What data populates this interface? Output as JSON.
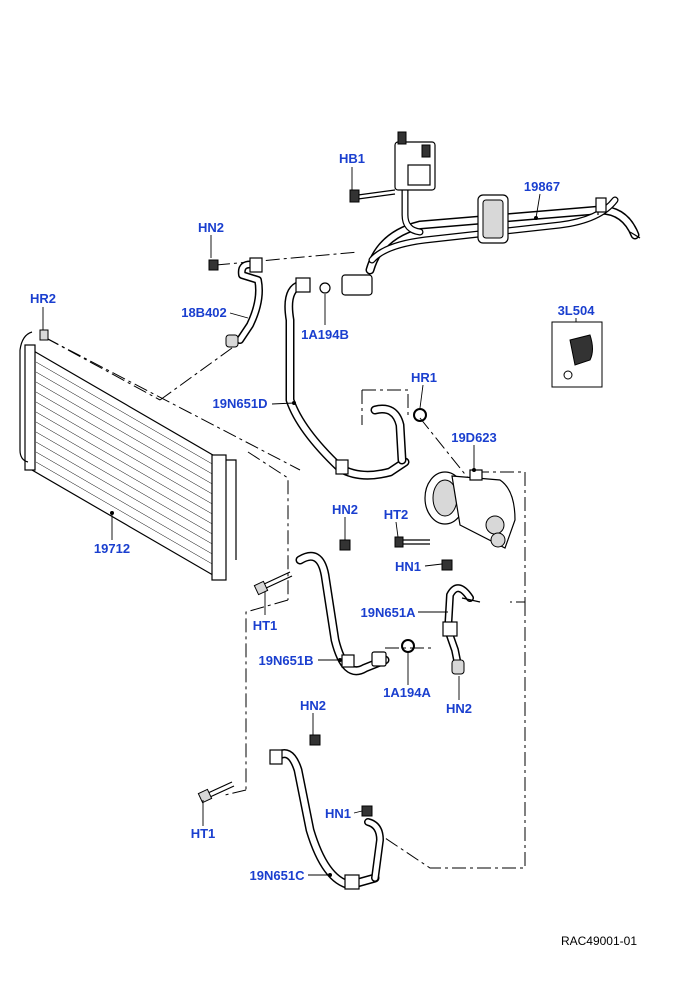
{
  "diagram": {
    "reference": "RAC49001-01",
    "labels": {
      "hb1": "HB1",
      "p19867": "19867",
      "hn2_top": "HN2",
      "p18b402": "18B402",
      "p1a194b": "1A194B",
      "hr2": "HR2",
      "p3l504": "3L504",
      "hr1": "HR1",
      "p19n651d": "19N651D",
      "p19d623": "19D623",
      "p19712": "19712",
      "hn2_mid": "HN2",
      "ht2": "HT2",
      "hn1_mid": "HN1",
      "ht1_mid": "HT1",
      "p19n651a": "19N651A",
      "p19n651b": "19N651B",
      "p1a194a": "1A194A",
      "hn2_right": "HN2",
      "hn2_low": "HN2",
      "hn1_low": "HN1",
      "ht1_low": "HT1",
      "p19n651c": "19N651C"
    }
  }
}
